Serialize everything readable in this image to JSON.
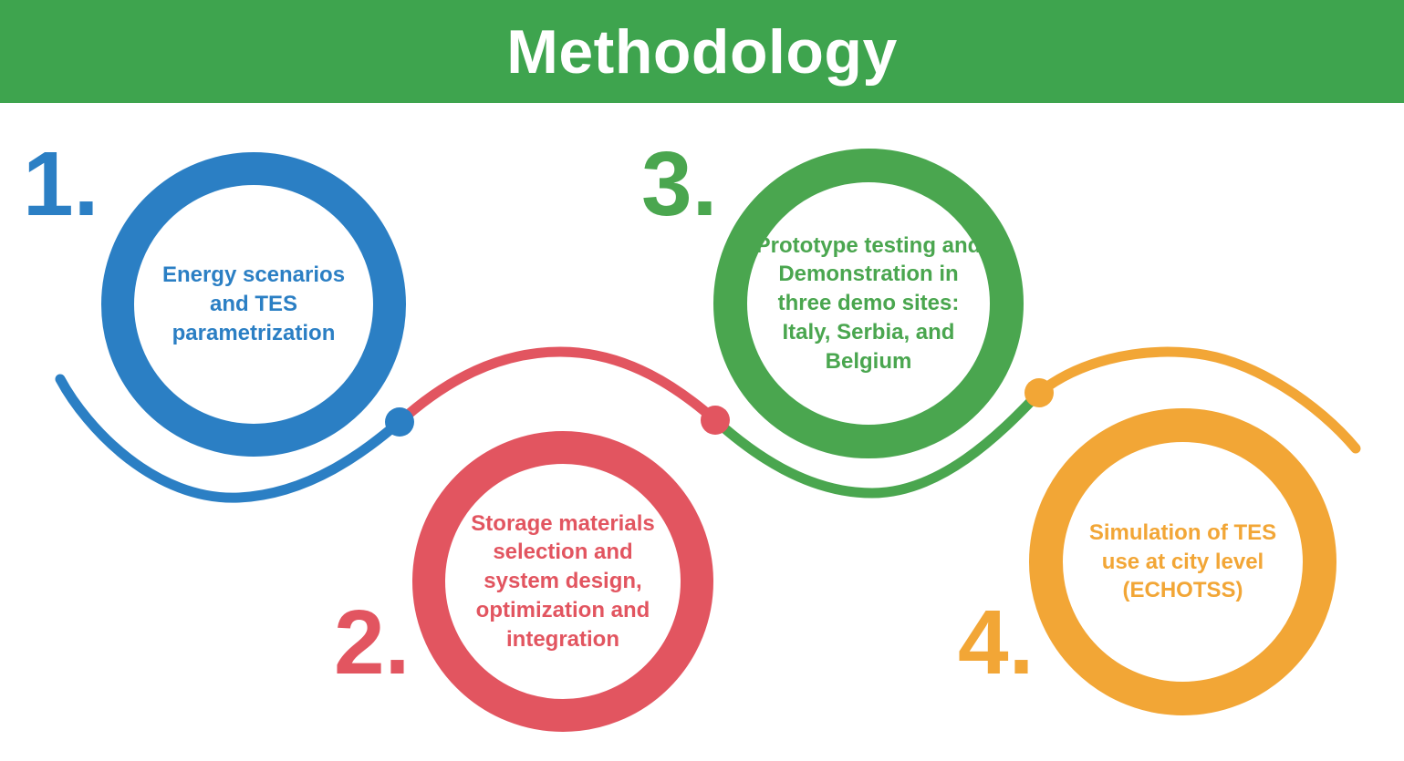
{
  "header": {
    "title": "Methodology",
    "background_color": "#3ea44e",
    "title_color": "#ffffff"
  },
  "steps": [
    {
      "number": "1.",
      "label": "Energy scenarios and TES parametrization",
      "color": "#2b7fc4"
    },
    {
      "number": "2.",
      "label": "Storage materials selection and system design, optimization and integration",
      "color": "#e25560"
    },
    {
      "number": "3.",
      "label": "Prototype testing and Demonstration in three demo sites: Italy, Serbia, and Belgium",
      "color": "#4aa64f"
    },
    {
      "number": "4.",
      "label": "Simulation of TES use at city level (ECHOTSS)",
      "color": "#f2a636"
    }
  ]
}
